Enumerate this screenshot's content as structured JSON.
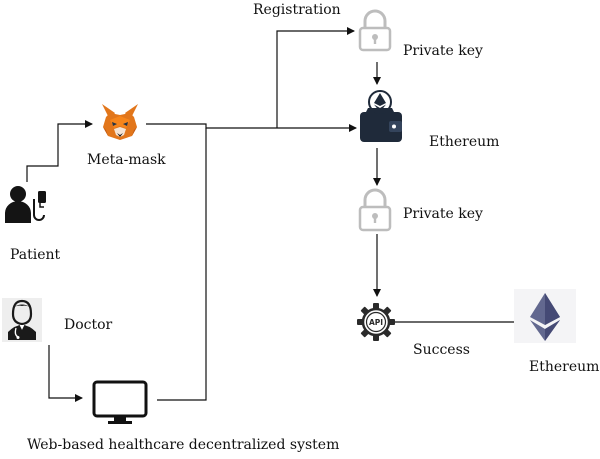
{
  "labels": {
    "registration": "Registration",
    "private_key_1": "Private key",
    "ethereum_wallet": "Ethereum",
    "private_key_2": "Private key",
    "success": "Success",
    "ethereum_final": "Ethereum",
    "meta_mask": "Meta-mask",
    "patient": "Patient",
    "doctor": "Doctor",
    "web_system": "Web-based healthcare decentralized system"
  },
  "icons": {
    "fox": "metamask-fox-icon",
    "patient": "patient-icon",
    "doctor": "doctor-icon",
    "monitor": "monitor-icon",
    "lock_1": "lock-icon",
    "wallet": "ethereum-wallet-icon",
    "lock_2": "lock-icon",
    "api": "api-gear-icon",
    "ethereum": "ethereum-logo-icon"
  },
  "colors": {
    "line": "#111111",
    "lock": "#bdbdbd",
    "fox_orange": "#e2761b",
    "fox_dark": "#c05a14",
    "eth_purple": "#62688f",
    "eth_dark": "#454a75",
    "wallet": "#1f2a3a",
    "icon_dark": "#141414"
  }
}
